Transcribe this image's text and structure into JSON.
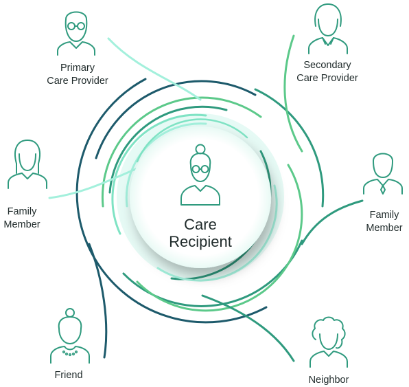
{
  "center": {
    "line1": "Care",
    "line2": "Recipient"
  },
  "nodes": [
    {
      "id": "primary",
      "line1": "Primary",
      "line2": "Care Provider",
      "icon": "elderly-man-glasses-icon"
    },
    {
      "id": "secondary",
      "line1": "Secondary",
      "line2": "Care Provider",
      "icon": "woman-with-collar-icon"
    },
    {
      "id": "family-l",
      "line1": "Family",
      "line2": "Member",
      "icon": "woman-long-hair-icon"
    },
    {
      "id": "family-r",
      "line1": "Family",
      "line2": "Member",
      "icon": "man-with-tie-icon"
    },
    {
      "id": "friend",
      "line1": "Friend",
      "line2": "",
      "icon": "woman-with-necklace-icon"
    },
    {
      "id": "neighbor",
      "line1": "Neighbor",
      "line2": "",
      "icon": "curly-hair-person-icon"
    }
  ],
  "colors": {
    "dark": "#1d5a6b",
    "teal": "#2f9a7e",
    "green": "#5cc98a",
    "mint": "#a3f0dc",
    "icon": "#2f9a7e"
  }
}
